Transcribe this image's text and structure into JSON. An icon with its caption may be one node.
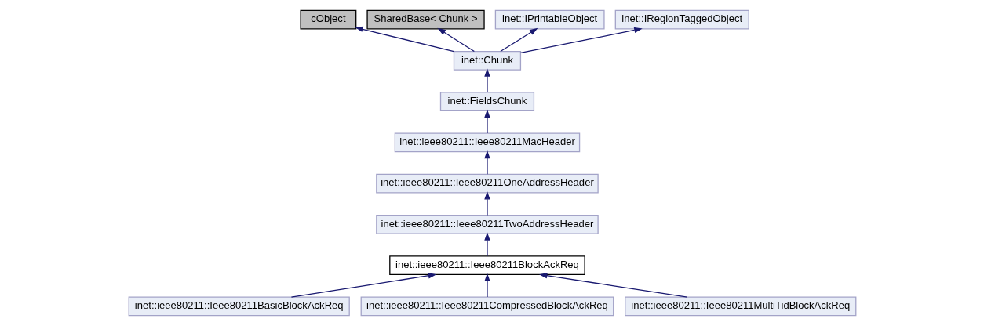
{
  "diagram": {
    "nodes": [
      {
        "text": [
          "cObject"
        ]
      },
      {
        "text": [
          "SharedBase< Chunk >"
        ]
      },
      {
        "text": [
          "inet::IPrintableObject"
        ]
      },
      {
        "text": [
          "inet::IRegionTaggedObject"
        ]
      },
      {
        "text": [
          "inet::Chunk"
        ]
      },
      {
        "text": [
          "inet::FieldsChunk"
        ]
      },
      {
        "text": [
          "inet::ieee80211::Ieee80211MacHeader"
        ]
      },
      {
        "text": [
          "inet::ieee80211::Ieee80211OneAddressHeader"
        ]
      },
      {
        "text": [
          "inet::ieee80211::Ieee80211TwoAddressHeader"
        ]
      },
      {
        "text": [
          "inet::ieee80211::Ieee80211BlockAckReq"
        ]
      },
      {
        "text": [
          "inet::ieee80211::Ieee80211BasicBlockAckReq"
        ]
      },
      {
        "text": [
          "inet::ieee80211::Ieee80211CompressedBlockAckReq"
        ]
      },
      {
        "text": [
          "inet::ieee80211::Ieee80211MultiTidBlockAckReq"
        ]
      }
    ],
    "edges": [
      {
        "from": 4,
        "to": 0,
        "arrow": "to"
      },
      {
        "from": 4,
        "to": 1,
        "arrow": "to"
      },
      {
        "from": 4,
        "to": 2,
        "arrow": "to"
      },
      {
        "from": 4,
        "to": 3,
        "arrow": "to"
      },
      {
        "from": 5,
        "to": 4,
        "arrow": "to"
      },
      {
        "from": 6,
        "to": 5,
        "arrow": "to"
      },
      {
        "from": 7,
        "to": 6,
        "arrow": "to"
      },
      {
        "from": 8,
        "to": 7,
        "arrow": "to"
      },
      {
        "from": 9,
        "to": 8,
        "arrow": "to"
      },
      {
        "from": 10,
        "to": 9,
        "arrow": "to"
      },
      {
        "from": 11,
        "to": 9,
        "arrow": "to"
      },
      {
        "from": 12,
        "to": 9,
        "arrow": "to"
      }
    ]
  }
}
